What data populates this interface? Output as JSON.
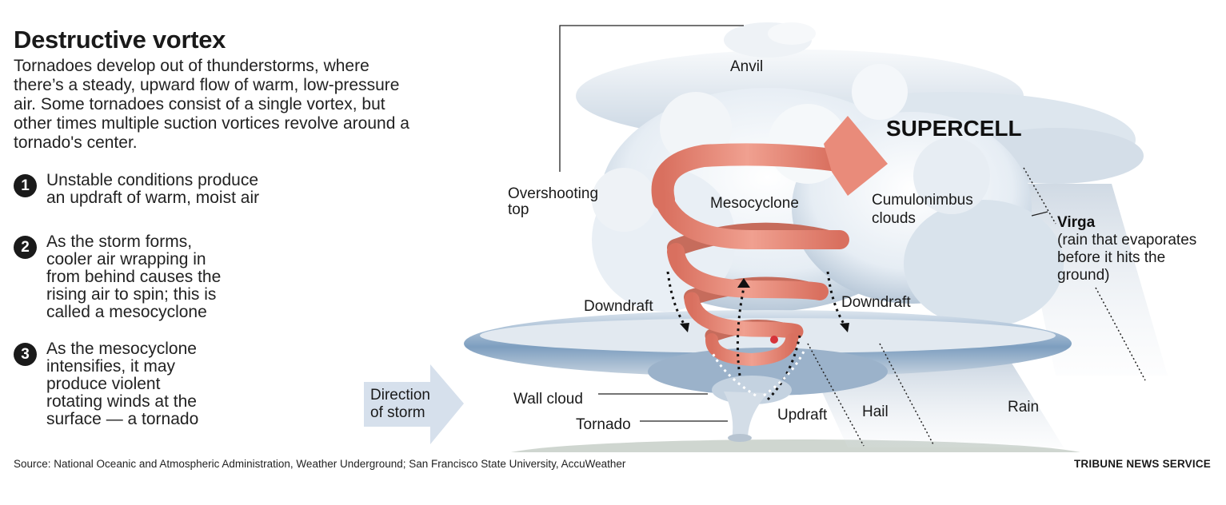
{
  "title": "Destructive vortex",
  "intro": "Tornadoes develop out of thunderstorms, where there’s a steady, upward flow of warm, low-pressure air. Some tornadoes consist of a single vortex, but other times multiple suction vortices revolve around a tornado's center.",
  "steps": [
    {
      "num": "1",
      "lines": [
        "Unstable conditions produce",
        "an updraft of warm, moist air"
      ]
    },
    {
      "num": "2",
      "lines": [
        "As the storm forms,",
        "cooler air wrapping in",
        "from behind causes the",
        "rising air to spin; this is",
        "called a mesocyclone"
      ]
    },
    {
      "num": "3",
      "lines": [
        "As the mesocyclone",
        "intensifies, it may",
        "produce violent",
        "rotating winds at the",
        "surface — a tornado"
      ]
    }
  ],
  "labels": {
    "anvil": "Anvil",
    "supercell": "SUPERCELL",
    "overshooting": [
      "Overshooting",
      "top"
    ],
    "mesocyclone": "Mesocyclone",
    "cumulonimbus": [
      "Cumulonimbus",
      "clouds"
    ],
    "virga_title": "Virga",
    "virga_desc": [
      "(rain that evaporates",
      "before it hits the",
      "ground)"
    ],
    "downdraft_left": "Downdraft",
    "downdraft_right": "Downdraft",
    "direction": [
      "Direction",
      "of storm"
    ],
    "wall_cloud": "Wall cloud",
    "tornado": "Tornado",
    "updraft": "Updraft",
    "hail": "Hail",
    "rain": "Rain"
  },
  "colors": {
    "spiral": "#e98b7a",
    "spiral_dark": "#c9604f",
    "cloud": "#e8eef4",
    "cloud_shadow": "#8aa3bd",
    "arrow_bg": "#d6e0ec",
    "ground": "#cfd6d0"
  },
  "source": "Source: National Oceanic and Atmospheric Administration, Weather Underground; San Francisco State University, AccuWeather",
  "credit": "TRIBUNE NEWS SERVICE"
}
